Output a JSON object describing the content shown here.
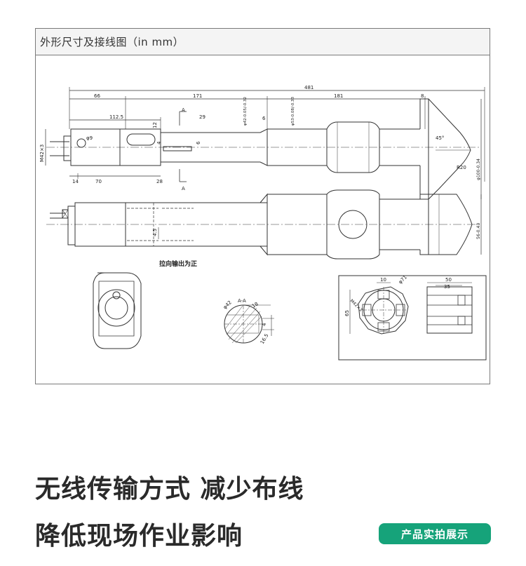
{
  "panel": {
    "title": "外形尺寸及接线图（in mm）"
  },
  "drawing": {
    "top_dims": {
      "overall": "481",
      "seg1": "66",
      "seg2": "171",
      "seg3": "181",
      "seg4": "8",
      "d112": "112.5",
      "d29": "29",
      "d12": "12",
      "d4": "4",
      "d6": "6",
      "d14": "14",
      "d70": "70",
      "d28": "28",
      "thread": "M42×3",
      "hole": "φ9",
      "section_a": "A",
      "d42": "φ42-0.05/-0.32",
      "d53": "φ53-0.08/-0.33",
      "angle": "45°",
      "radius": "R20",
      "d100": "φ100-0.34"
    },
    "side_dims": {
      "d45": "4.5",
      "d56": "56-0.43"
    },
    "label_output": "拉向输出为正",
    "section_view": {
      "title": "A-A",
      "phi42": "φ42",
      "d18": "18",
      "d4": "4",
      "d16": "16.5"
    },
    "detail_view": {
      "d10": "10",
      "phi71": "φ71",
      "thread": "M42×3",
      "d65": "65",
      "d50": "50",
      "d35": "35"
    }
  },
  "headline": {
    "line1": "无线传输方式 减少布线",
    "line2": "降低现场作业影响"
  },
  "badge": {
    "label": "产品实拍展示"
  },
  "colors": {
    "line": "#333333",
    "badge_bg": "#16a37a",
    "headline": "#2a2a2a"
  }
}
